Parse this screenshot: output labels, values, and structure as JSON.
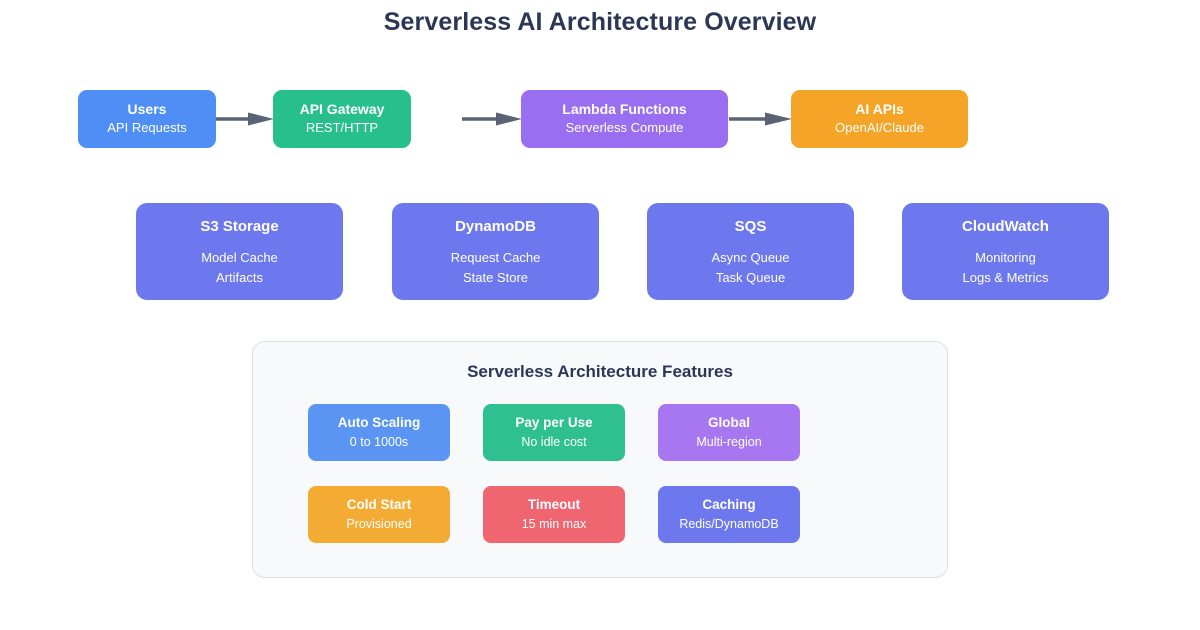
{
  "page": {
    "title": "Serverless AI Architecture Overview",
    "background": "#ffffff",
    "title_color": "#2c3655"
  },
  "flow": {
    "arrow_color": "#5a6376",
    "nodes": [
      {
        "title": "Users",
        "subtitle": "API Requests",
        "color": "#4f8ef5",
        "icon": "users-icon"
      },
      {
        "title": "API Gateway",
        "subtitle": "REST/HTTP",
        "color": "#27c08c",
        "icon": "gateway-icon"
      },
      {
        "title": "Lambda Functions",
        "subtitle": "Serverless Compute",
        "color": "#9a6ef0",
        "icon": "lambda-icon"
      },
      {
        "title": "AI APIs",
        "subtitle": "OpenAI/Claude",
        "color": "#f4a426",
        "icon": "ai-icon"
      }
    ],
    "connectors": [
      "arrow-users-to-gateway",
      "arrow-gateway-to-lambda",
      "arrow-lambda-to-ai"
    ]
  },
  "services": {
    "color": "#6d78ee",
    "nodes": [
      {
        "title": "S3 Storage",
        "line1": "Model Cache",
        "line2": "Artifacts"
      },
      {
        "title": "DynamoDB",
        "line1": "Request Cache",
        "line2": "State Store"
      },
      {
        "title": "SQS",
        "line1": "Async Queue",
        "line2": "Task Queue"
      },
      {
        "title": "CloudWatch",
        "line1": "Monitoring",
        "line2": "Logs & Metrics"
      }
    ]
  },
  "features": {
    "title": "Serverless Architecture Features",
    "panel_background": "#f8f9fb",
    "panel_border": "#dcdfe6",
    "chips": [
      {
        "title": "Auto Scaling",
        "subtitle": "0 to 1000s",
        "color": "#5b95f3"
      },
      {
        "title": "Pay per Use",
        "subtitle": "No idle cost",
        "color": "#2fc08f"
      },
      {
        "title": "Global",
        "subtitle": "Multi-region",
        "color": "#a777f2"
      },
      {
        "title": "Cold Start",
        "subtitle": "Provisioned",
        "color": "#f4ab33"
      },
      {
        "title": "Timeout",
        "subtitle": "15 min max",
        "color": "#ef6570"
      },
      {
        "title": "Caching",
        "subtitle": "Redis/DynamoDB",
        "color": "#6d78ee"
      }
    ]
  }
}
